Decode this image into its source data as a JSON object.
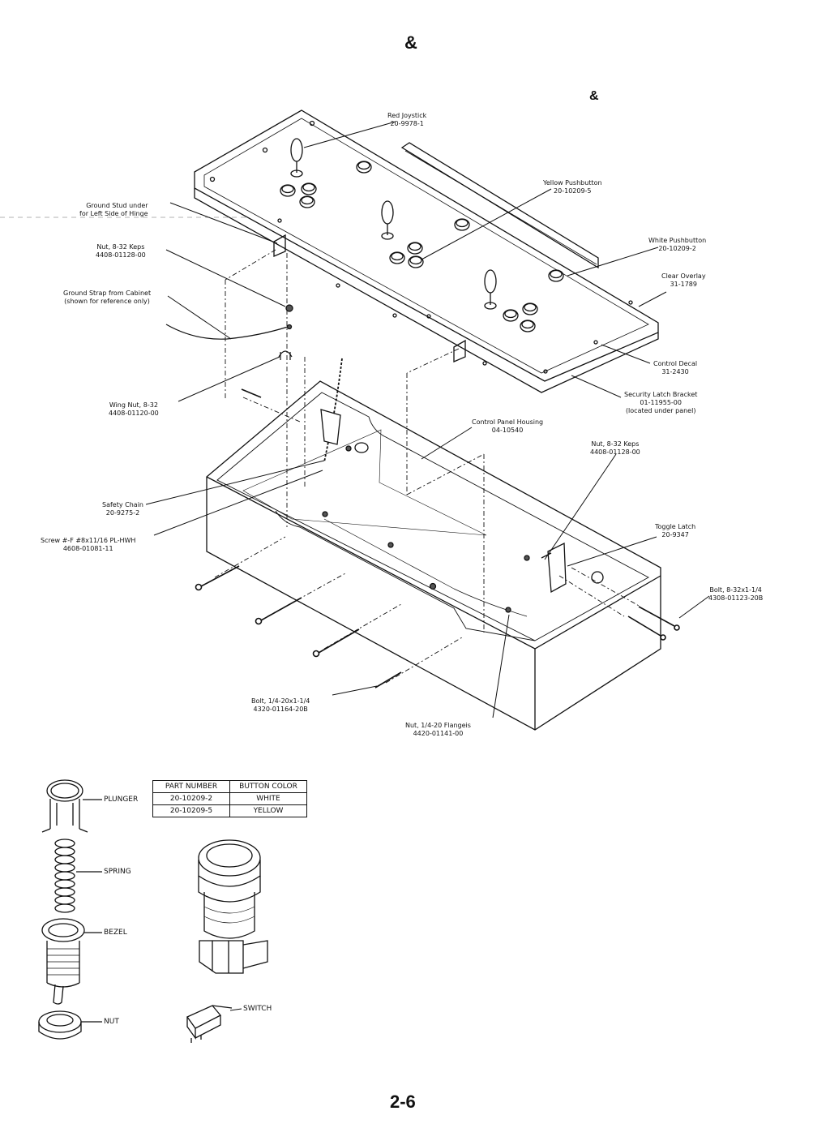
{
  "header": {
    "amp_top": "&",
    "amp_sub": "&"
  },
  "labels": {
    "red_joystick": [
      "Red Joystick",
      "20-9978-1"
    ],
    "yellow_pushbutton": [
      "Yellow Pushbutton",
      "20-10209-5"
    ],
    "white_pushbutton": [
      "White Pushbutton",
      "20-10209-2"
    ],
    "clear_overlay": [
      "Clear Overlay",
      "31-1789"
    ],
    "control_decal": [
      "Control Decal",
      "31-2430"
    ],
    "security_latch": [
      "Security Latch Bracket",
      "01-11955-00",
      "(located under panel)"
    ],
    "ground_stud": [
      "Ground Stud under",
      "for Left Side of Hinge"
    ],
    "nut_keps_left": [
      "Nut, 8-32 Keps",
      "4408-01128-00"
    ],
    "ground_strap": [
      "Ground Strap from Cabinet",
      "(shown for reference only)"
    ],
    "wing_nut": [
      "Wing Nut, 8-32",
      "4408-01120-00"
    ],
    "control_housing": [
      "Control Panel Housing",
      "04-10540"
    ],
    "nut_keps_right": [
      "Nut, 8-32 Keps",
      "4408-01128-00"
    ],
    "safety_chain": [
      "Safety Chain",
      "20-9275-2"
    ],
    "screw": [
      "Screw #-F #8x11/16 PL-HWH",
      "4608-01081-11"
    ],
    "toggle_latch": [
      "Toggle Latch",
      "20-9347"
    ],
    "bolt_small": [
      "Bolt, 8-32x1-1/4",
      "4308-01123-20B"
    ],
    "bolt_large": [
      "Bolt, 1/4-20x1-1/4",
      "4320-01164-20B"
    ],
    "nut_flange": [
      "Nut, 1/4-20 Flangeis",
      "4420-01141-00"
    ]
  },
  "parts_table": {
    "headers": [
      "PART NUMBER",
      "BUTTON COLOR"
    ],
    "rows": [
      [
        "20-10209-2",
        "WHITE"
      ],
      [
        "20-10209-5",
        "YELLOW"
      ]
    ]
  },
  "callouts": {
    "plunger": "PLUNGER",
    "spring": "SPRING",
    "bezel": "BEZEL",
    "nut": "NUT",
    "switch": "SWITCH"
  },
  "footer": {
    "page": "2-6"
  }
}
